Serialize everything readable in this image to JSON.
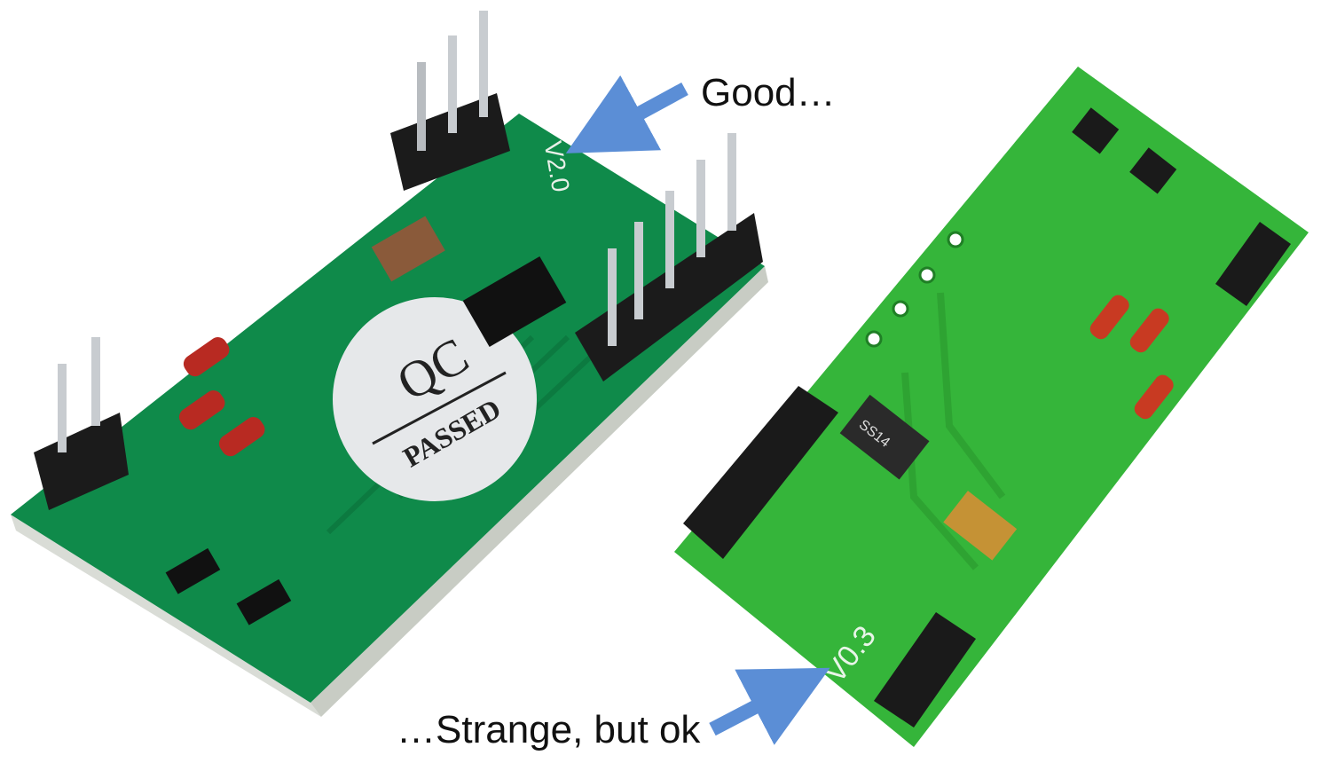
{
  "annotations": {
    "top_label": "Good…",
    "bottom_label": "…Strange, but ok",
    "arrow_color": "#5b8ed6"
  },
  "left_board": {
    "version_marking": "V2.0",
    "sticker_line1": "QC",
    "sticker_line2": "PASSED",
    "board_color": "#0f8a4a"
  },
  "right_board": {
    "version_marking": "V0.3",
    "diode_marking": "SS14",
    "board_color": "#35b53a"
  }
}
